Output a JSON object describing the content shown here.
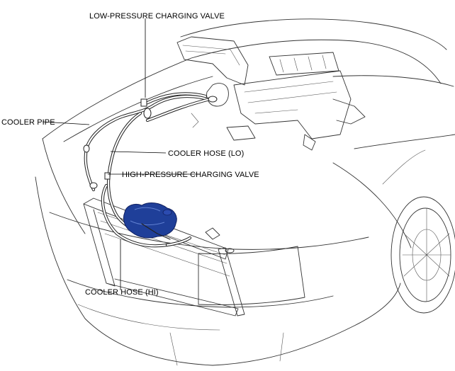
{
  "labels": {
    "low_pressure_valve": "LOW-PRESSURE CHARGING VALVE",
    "cooler_pipe": "COOLER PIPE",
    "cooler_hose_lo": "COOLER HOSE (LO)",
    "high_pressure_valve": "HIGH-PRESSURE CHARGING VALVE",
    "cooler_hose_hi": "COOLER HOSE (HI)"
  },
  "colors": {
    "compressor": "#1f3f99",
    "outline": "#333333"
  }
}
